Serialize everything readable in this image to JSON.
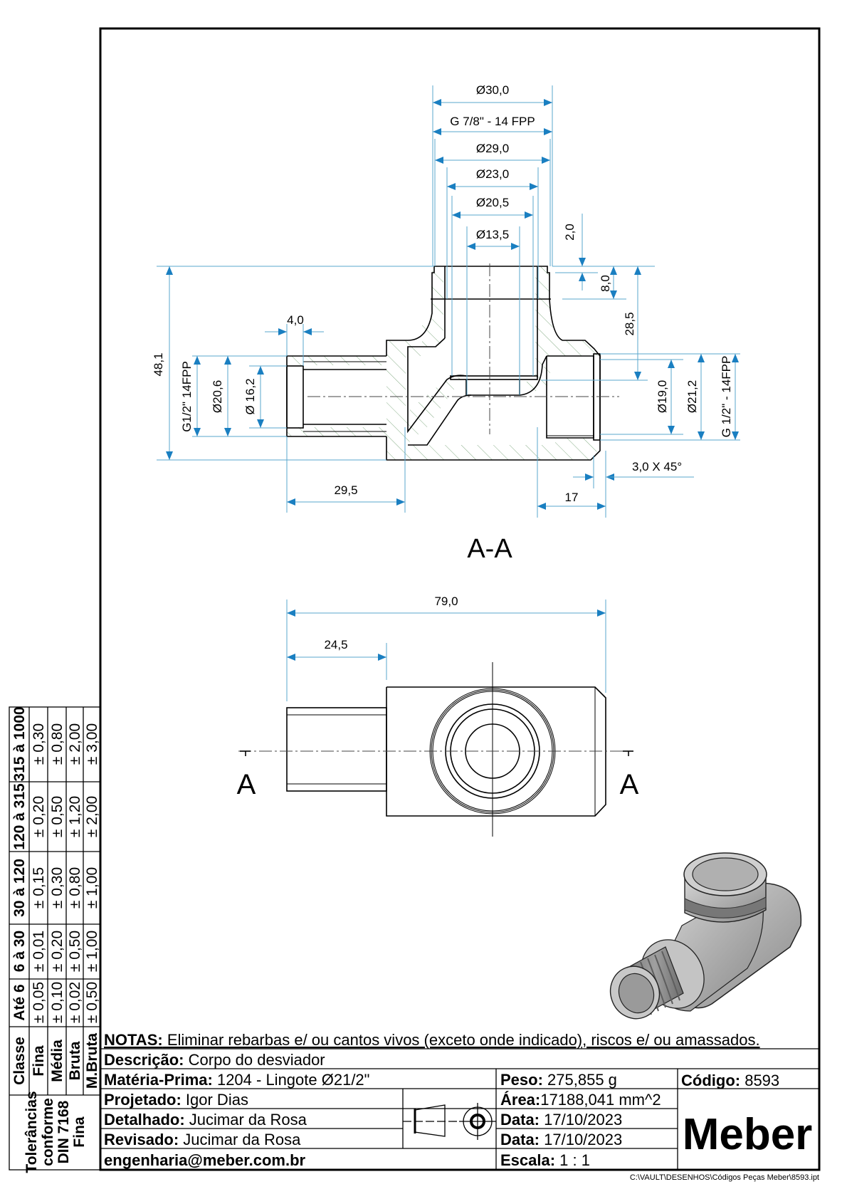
{
  "section_view": {
    "label": "A-A",
    "dimensions": {
      "d30": "Ø30,0",
      "thread_top": "G 7/8\" - 14 FPP",
      "d29": "Ø29,0",
      "d23": "Ø23,0",
      "d20_5": "Ø20,5",
      "d13_5": "Ø13,5",
      "h2": "2,0",
      "h8": "8,0",
      "h28_5": "28,5",
      "h48_1": "48,1",
      "w4": "4,0",
      "thread_left": "G1/2\" 14FPP",
      "d20_6": "Ø20,6",
      "d16_2": "Ø 16,2",
      "d19": "Ø19,0",
      "d21_2": "Ø21,2",
      "thread_right": "G 1/2\" - 14FPP",
      "chamfer": "3,0 X 45°",
      "w29_5": "29,5",
      "w17": "17"
    }
  },
  "top_view": {
    "cut_label_left": "A",
    "cut_label_right": "A",
    "dimensions": {
      "w79": "79,0",
      "w24_5": "24,5"
    }
  },
  "tolerance_table": {
    "header_label": "Classe",
    "ranges": [
      "Até 6",
      "6 à 30",
      "30 à 120",
      "120 à 315",
      "315 à 1000"
    ],
    "rows": [
      {
        "class": "Fina",
        "values": [
          "± 0,05",
          "± 0,01",
          "± 0,15",
          "± 0,20",
          "± 0,30"
        ]
      },
      {
        "class": "Média",
        "values": [
          "± 0,10",
          "± 0,20",
          "± 0,30",
          "± 0,50",
          "± 0,80"
        ]
      },
      {
        "class": "Bruta",
        "values": [
          "± 0,02",
          "± 0,50",
          "± 0,80",
          "± 1,20",
          "± 2,00"
        ]
      },
      {
        "class": "M.Bruta",
        "values": [
          "± 0,50",
          "± 1,00",
          "± 1,00",
          "± 2,00",
          "± 3,00"
        ]
      }
    ],
    "note_lines": [
      "Tolerâncias",
      "conforme",
      "DIN 7168",
      "Fina"
    ]
  },
  "title_block": {
    "notes_label": "NOTAS:",
    "notes_text": " Eliminar rebarbas e/ ou cantos vivos (exceto onde indicado), riscos e/ ou amassados.",
    "description_label": "Descrição:",
    "description_value": " Corpo do desviador",
    "material_label": "Matéria-Prima:",
    "material_value": " 1204 - Lingote Ø21/2\"",
    "designed_label": "Projetado:",
    "designed_value": " Igor Dias",
    "detailed_label": "Detalhado:",
    "detailed_value": " Jucimar da Rosa",
    "revised_label": "Revisado:",
    "revised_value": " Jucimar da Rosa",
    "email": "engenharia@meber.com.br",
    "weight_label": "Peso:",
    "weight_value": " 275,855 g",
    "area_label": "Área:",
    "area_value": "17188,041 mm^2",
    "date1_label": "Data:",
    "date1_value": " 17/10/2023",
    "date2_label": "Data:",
    "date2_value": " 17/10/2023",
    "scale_label": "Escala:",
    "scale_value": " 1 : 1",
    "code_label": "Código:",
    "code_value": " 8593",
    "logo": "Meber",
    "projection_symbol": "first-angle-projection-icon"
  },
  "file_path": "C:\\VAULT\\DESENHOS\\Códigos Peças Meber\\8593.ipt",
  "colors": {
    "dimension": "#5aa7cc",
    "arrow": "#1a7fc1",
    "hatch": "#6a9a6a",
    "line": "#000000"
  }
}
